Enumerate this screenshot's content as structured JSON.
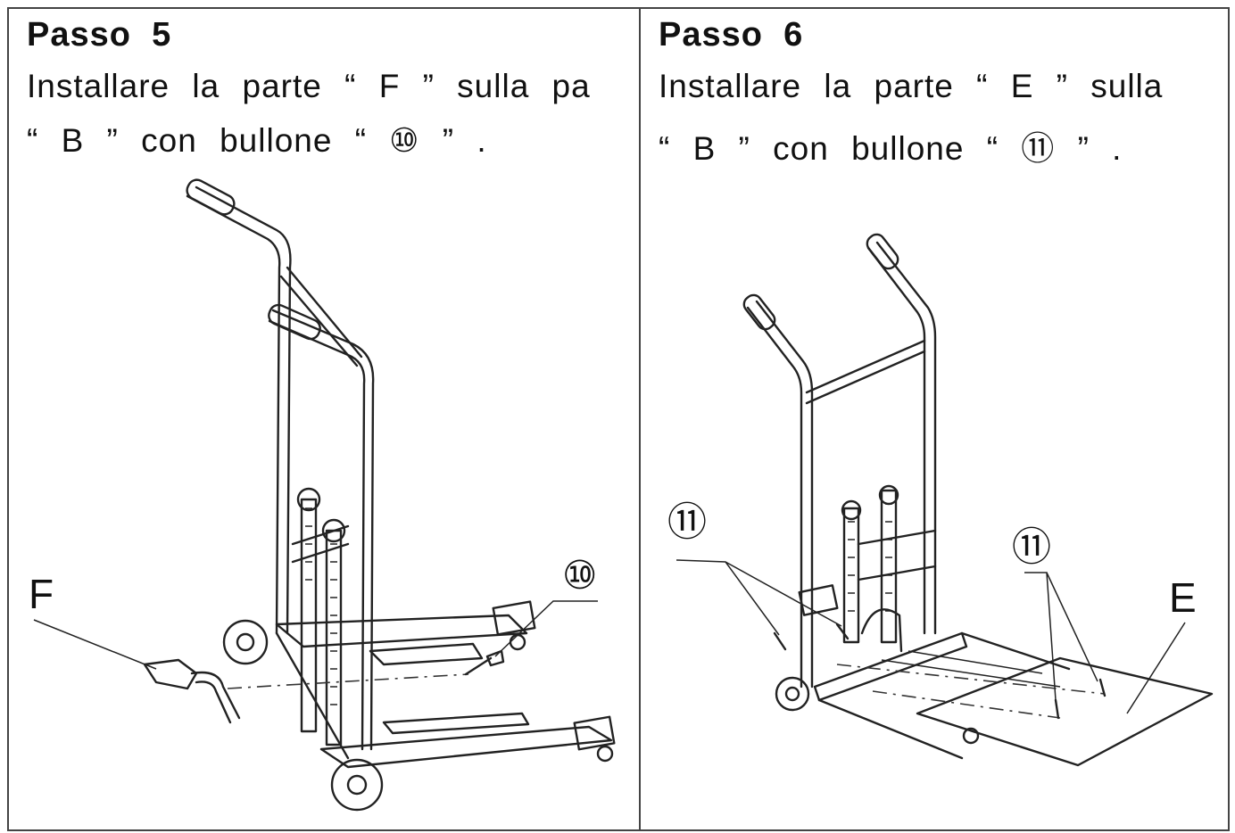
{
  "step5": {
    "title": "Passo  5",
    "line1": "Installare la parte “ F ” sulla pa",
    "line2": "“ B ” con bullone “ ⑩ ” .",
    "part_label": "F",
    "bolt_label": "⑩"
  },
  "step6": {
    "title": "Passo  6",
    "line1": "Installare la parte “ E ” sulla",
    "line2": "“ B ” con bullone “ ⑪ ” .",
    "part_label": "E",
    "bolt_label_left": "⑪",
    "bolt_label_right": "⑪"
  }
}
